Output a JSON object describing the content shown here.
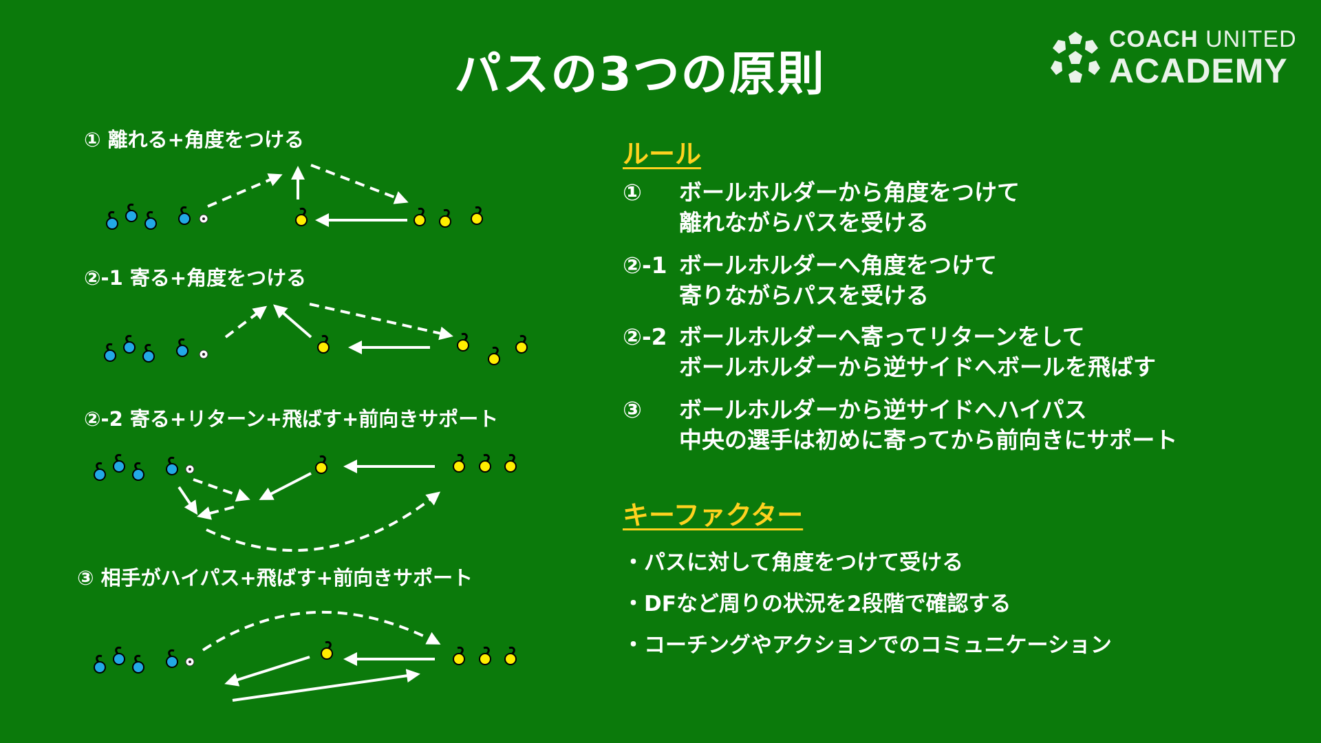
{
  "title": "パスの3つの原則",
  "logo": {
    "line1_bold": "COACH",
    "line1_thin": "UNITED",
    "line2": "ACADEMY"
  },
  "diagrams": [
    {
      "label": "① 離れる+角度をつける"
    },
    {
      "label": "②-1 寄る+角度をつける"
    },
    {
      "label": "②-2 寄る+リターン+飛ばす+前向きサポート"
    },
    {
      "label": "③ 相手がハイパス+飛ばす+前向きサポート"
    }
  ],
  "rules_heading": "ルール",
  "rules": [
    {
      "num": "①",
      "line1": "ボールホルダーから角度をつけて",
      "line2": "離れながらパスを受ける"
    },
    {
      "num": "②-1",
      "line1": "ボールホルダーへ角度をつけて",
      "line2": "寄りながらパスを受ける"
    },
    {
      "num": "②-2",
      "line1": "ボールホルダーへ寄ってリターンをして",
      "line2": "ボールホルダーから逆サイドへボールを飛ばす"
    },
    {
      "num": "③",
      "line1": "ボールホルダーから逆サイドへハイパス",
      "line2": "中央の選手は初めに寄ってから前向きにサポート"
    }
  ],
  "keyfactor_heading": "キーファクター",
  "keyfactors": [
    "・パスに対して角度をつけて受ける",
    "・DFなど周りの状況を2段階で確認する",
    "・コーチングやアクションでのコミュニケーション"
  ],
  "colors": {
    "background": "#0b7a0b",
    "heading": "#ffd21f",
    "team_blue": "#22a9e6",
    "team_yellow": "#ffee00",
    "arrow": "#ffffff"
  }
}
